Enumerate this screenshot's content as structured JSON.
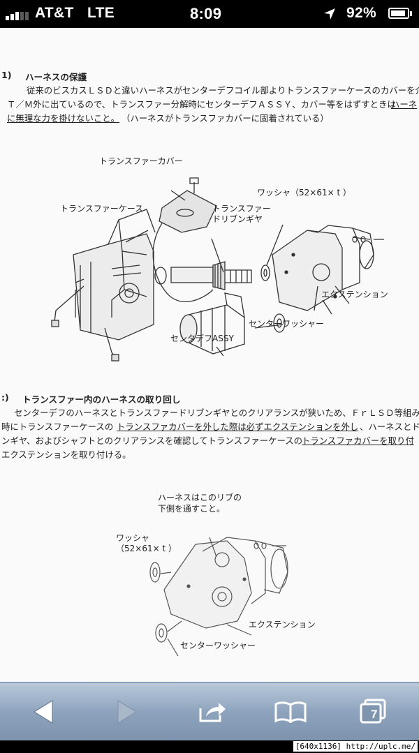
{
  "status_bar": {
    "carrier": "AT&T",
    "network": "LTE",
    "time": "8:09",
    "battery_percent": "92%",
    "battery_level": 0.92,
    "icons": [
      "signal-icon",
      "location-arrow-icon",
      "battery-icon"
    ]
  },
  "document": {
    "section1": {
      "number": "1)",
      "heading": "ハーネスの保護",
      "line1": "従来のビスカスＬＳＤと違いハーネスがセンターデフコイル部よりトランスファーケースのカバーを介",
      "line2_a": "Ｔ／Ｍ外に出ているので、トランスファー分解時にセンターデフＡＳＳＹ、カバー等をはずすときは",
      "line2_b": "ハーネ",
      "line3_a": "に無理な力を掛けないこと。",
      "line3_b": "（ハーネスがトランスファカバーに固着されている）"
    },
    "figure1": {
      "labels": {
        "cover": "トランスファーカバー",
        "washer": "ワッシャ（52×61× t ）",
        "case": "トランスファーケース",
        "drive_gear_1": "トランスファー",
        "drive_gear_2": "ドリブンギヤ",
        "extension": "エクステンション",
        "center_washer": "センターワッシャー",
        "center_diff": "センタデフASSY"
      }
    },
    "section2": {
      "number": ":)",
      "heading": "トランスファー内のハーネスの取り回し",
      "line1": "センターデフのハーネスとトランスファードリブンギヤとのクリアランスが狭いため、ＦｒＬＳＤ等組み替",
      "line2_a": "時にトランスファーケースの",
      "line2_b": "トランスファカバーを外した際は必ずエクステンションを外し",
      "line2_c": "、ハーネスとド",
      "line3_a": "ンギヤ、およびシャフトとのクリアランスを確認してトランスファーケースの",
      "line3_b": "トランスファカバーを取り付",
      "line4": "エクステンションを取り付ける。"
    },
    "figure2": {
      "labels": {
        "rib_1": "ハーネスはこのリブの",
        "rib_2": "下側を通すこと。",
        "washer_1": "ワッシャ",
        "washer_2": "（52×61× t ）",
        "extension": "エクステンション",
        "center_washer": "センターワッシャー"
      }
    }
  },
  "toolbar": {
    "buttons": [
      {
        "name": "back-button",
        "icon": "back-arrow-icon",
        "enabled": true
      },
      {
        "name": "forward-button",
        "icon": "forward-arrow-icon",
        "enabled": false
      },
      {
        "name": "share-button",
        "icon": "share-icon",
        "enabled": true
      },
      {
        "name": "bookmarks-button",
        "icon": "book-icon",
        "enabled": true
      },
      {
        "name": "tabs-button",
        "icon": "tabs-icon",
        "enabled": true
      }
    ],
    "tab_count": "7"
  },
  "footer": {
    "tag": "[640x1136] http://uplc.me/"
  },
  "colors": {
    "status_bg": "#000000",
    "page_bg": "#fafafa",
    "toolbar_top": "#b9c9da",
    "toolbar_bottom": "#7d93ad",
    "icon": "#ffffff"
  }
}
